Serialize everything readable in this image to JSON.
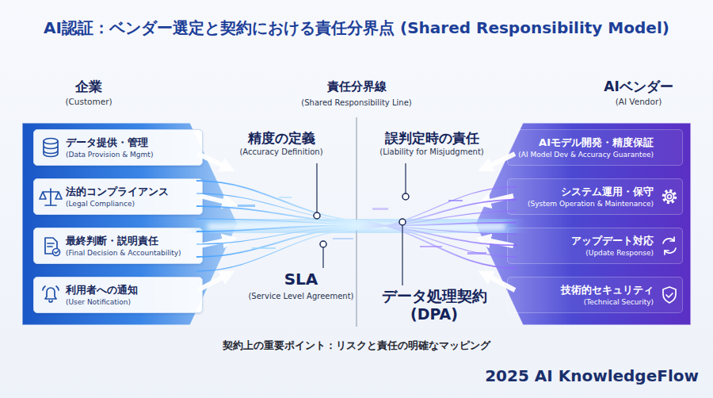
{
  "diagram": {
    "title": "AI認証：ベンダー選定と契約における責任分界点 (Shared Responsibility Model)",
    "caption": "契約上の重要ポイント：リスクと責任の明確なマッピング",
    "nodes": [
      {
        "text": [
          "企業",
          "(Customer)"
        ]
      },
      {
        "text": [
          "データ提供・管理",
          "(Data Provision & Mgmt)"
        ],
        "in": 0
      },
      {
        "text": [
          "法的コンプライアンス",
          "(Legal Compliance)"
        ],
        "in": 0
      },
      {
        "text": [
          "最終判断・説明責任",
          "(Final Decision & Accountability)"
        ],
        "in": 0
      },
      {
        "text": [
          "利用者への通知",
          "(User Notification)"
        ],
        "in": 0
      },
      {
        "text": [
          "AIベンダー",
          "(AI Vendor)"
        ]
      },
      {
        "text": [
          "AIモデル開発・精度保証",
          "(AI Model Dev & Accuracy Guarantee)"
        ],
        "in": 5
      },
      {
        "text": [
          "システム運用・保守",
          "(System Operation & Maintenance)"
        ],
        "in": 5
      },
      {
        "text": [
          "アップデート対応",
          "(Update Response)"
        ],
        "in": 5
      },
      {
        "text": [
          "技術的セキュリティ",
          "(Technical Security)"
        ],
        "in": 5
      }
    ],
    "labels": [
      "責任分界線",
      "(Shared Responsibility Line)",
      "精度の定義",
      "(Accuracy Definition)",
      "誤判定時の責任",
      "(Liability for Misjudgment)",
      "SLA",
      "(Service Level Agreement)",
      "データ処理契約 (DPA)",
      "2025 AI KnowledgeFlow"
    ]
  }
}
